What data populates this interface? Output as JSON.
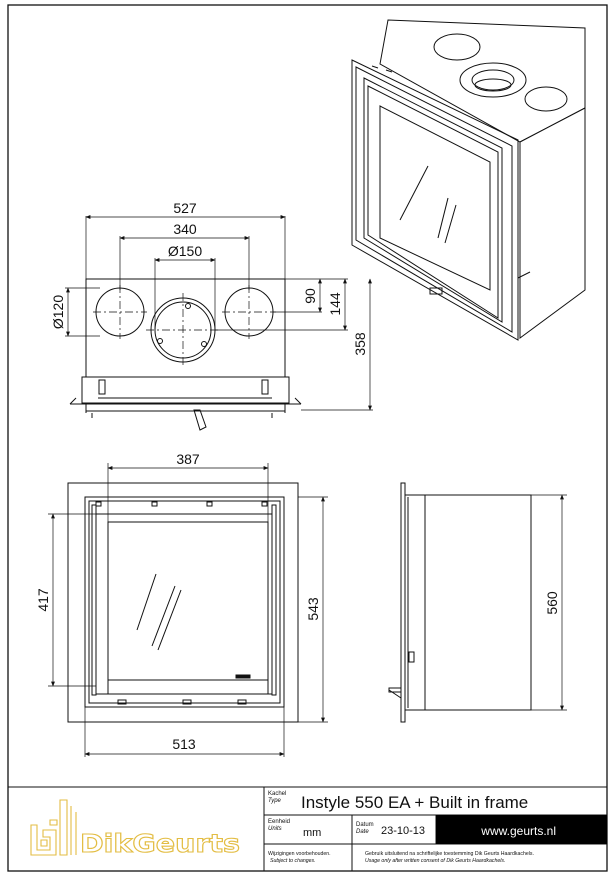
{
  "dimensions": {
    "top_width": "527",
    "top_pitch": "340",
    "top_diameter_center": "Ø150",
    "top_diameter_side": "Ø120",
    "top_offset_90": "90",
    "top_offset_144": "144",
    "top_depth": "358",
    "front_glass_width": "387",
    "front_glass_height": "417",
    "front_height": "543",
    "front_width": "513",
    "side_height": "560"
  },
  "title_block": {
    "brand": "DikGeurts",
    "type_label_nl": "Kachel",
    "type_label_en": "Type",
    "product": "Instyle 550 EA + Built in frame",
    "unit_label_nl": "Eenheid",
    "unit_label_en": "Units",
    "unit": "mm",
    "date_label_nl": "Datum",
    "date_label_en": "Date",
    "date": "23-10-13",
    "website": "www.geurts.nl",
    "changes_nl": "Wijzigingen voorbehouden.",
    "changes_en": "Subject to changes.",
    "usage_nl": "Gebruik uitsluitend na schriftelijke toestemming Dik Geurts Haardkachels.",
    "usage_en": "Usage only after written consent of Dik Geurts Haardkachels."
  },
  "colors": {
    "line": "#111111",
    "brand_gold": "#e3bd43",
    "title_bar": "#000000"
  }
}
